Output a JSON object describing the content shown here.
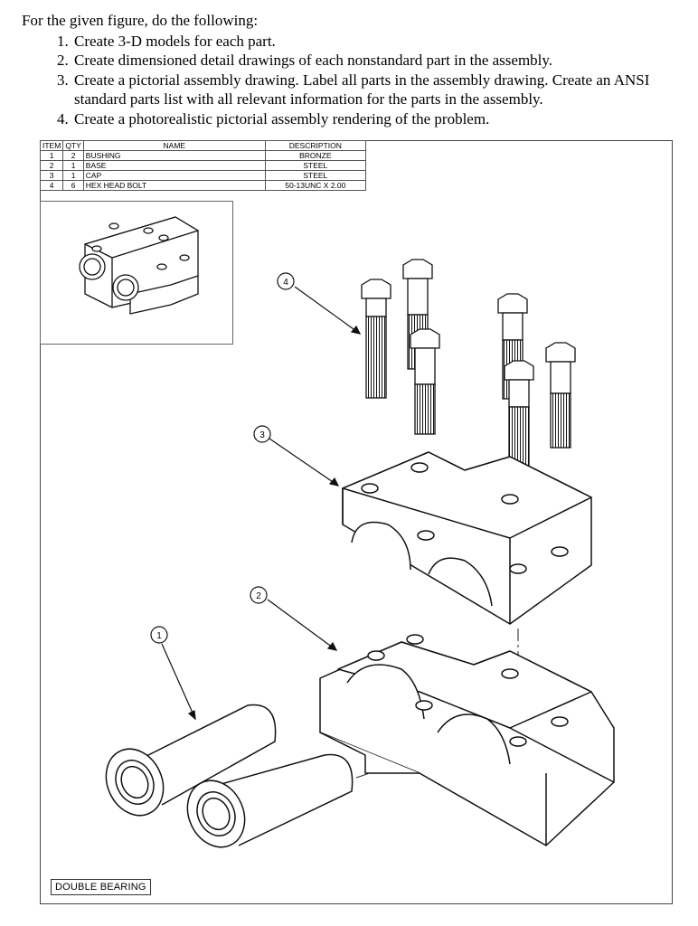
{
  "instructions": {
    "lead": "For the given figure, do the following:",
    "items": [
      "Create 3-D models for each part.",
      "Create dimensioned detail drawings of each nonstandard part in the assembly.",
      "Create a pictorial assembly drawing.  Label all parts in the assembly drawing. Create an ANSI standard parts list with all relevant information for the parts in the assembly.",
      "Create a photorealistic pictorial assembly rendering of the problem."
    ]
  },
  "parts_list": {
    "headers": {
      "item": "ITEM",
      "qty": "QTY",
      "name": "NAME",
      "description": "DESCRIPTION"
    },
    "rows": [
      {
        "item": "1",
        "qty": "2",
        "name": "BUSHING",
        "description": "BRONZE"
      },
      {
        "item": "2",
        "qty": "1",
        "name": "BASE",
        "description": "STEEL"
      },
      {
        "item": "3",
        "qty": "1",
        "name": "CAP",
        "description": "STEEL"
      },
      {
        "item": "4",
        "qty": "6",
        "name": "HEX HEAD BOLT",
        "description": "50-13UNC X 2.00"
      }
    ]
  },
  "balloons": [
    "1",
    "2",
    "3",
    "4"
  ],
  "title_block": "DOUBLE BEARING"
}
